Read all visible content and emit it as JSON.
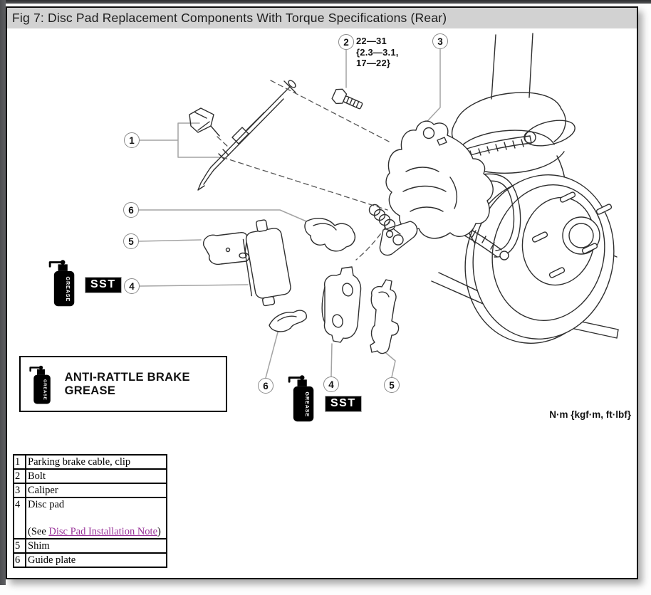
{
  "window": {
    "title": "Fig 7: Disc Pad Replacement Components With Torque Specifications (Rear)"
  },
  "figure": {
    "torque_spec_lines": [
      "22—31",
      "{2.3—3.1,",
      "17—22}"
    ],
    "units_note": "N·m {kgf·m, ft·lbf}",
    "sst_label": "SST",
    "grease_can_text": "GREASE",
    "anti_rattle_label": "ANTI-RATTLE BRAKE GREASE",
    "callouts": {
      "n1": "1",
      "n2": "2",
      "n3": "3",
      "n4": "4",
      "n5": "5",
      "n6": "6"
    }
  },
  "parts_table": {
    "rows": [
      {
        "num": "1",
        "name": "Parking brake cable, clip"
      },
      {
        "num": "2",
        "name": "Bolt"
      },
      {
        "num": "3",
        "name": "Caliper"
      },
      {
        "num": "4",
        "name": "Disc pad"
      },
      {
        "num": "5",
        "name": "Shim"
      },
      {
        "num": "6",
        "name": "Guide plate"
      }
    ],
    "disc_pad_note": {
      "prefix": "(See ",
      "link": "Disc Pad Installation Note",
      "suffix": ")"
    }
  },
  "colors": {
    "link": "#993399",
    "title_bar_bg": "#d2d2d2"
  }
}
